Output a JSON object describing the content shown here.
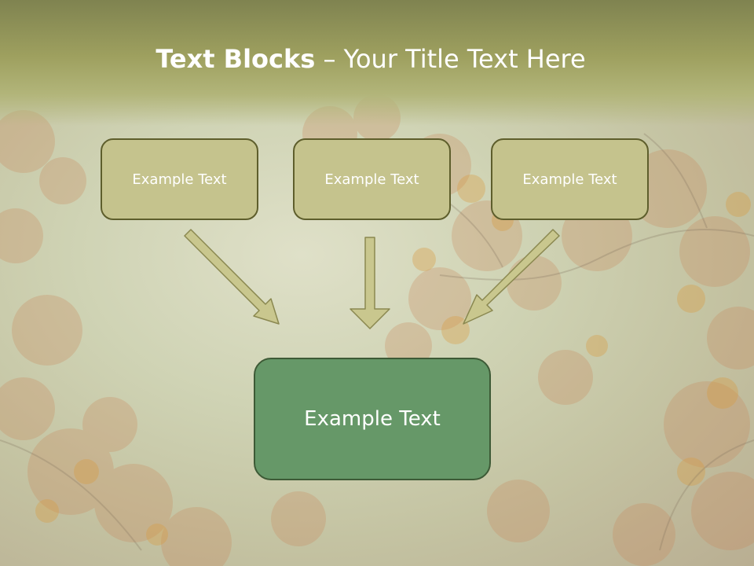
{
  "slide": {
    "title_bold": "Text Blocks",
    "title_separator": " – ",
    "title_rest": "Your Title Text Here"
  },
  "blocks": [
    {
      "label": "Example Text"
    },
    {
      "label": "Example Text"
    },
    {
      "label": "Example Text"
    }
  ],
  "target_block": {
    "label": "Example Text"
  },
  "colors": {
    "header": "#9ea05f",
    "block_fill": "#c5c38d",
    "block_border": "#5e5e2c",
    "target_fill": "#669868",
    "arrow_fill": "#c9c78e"
  }
}
